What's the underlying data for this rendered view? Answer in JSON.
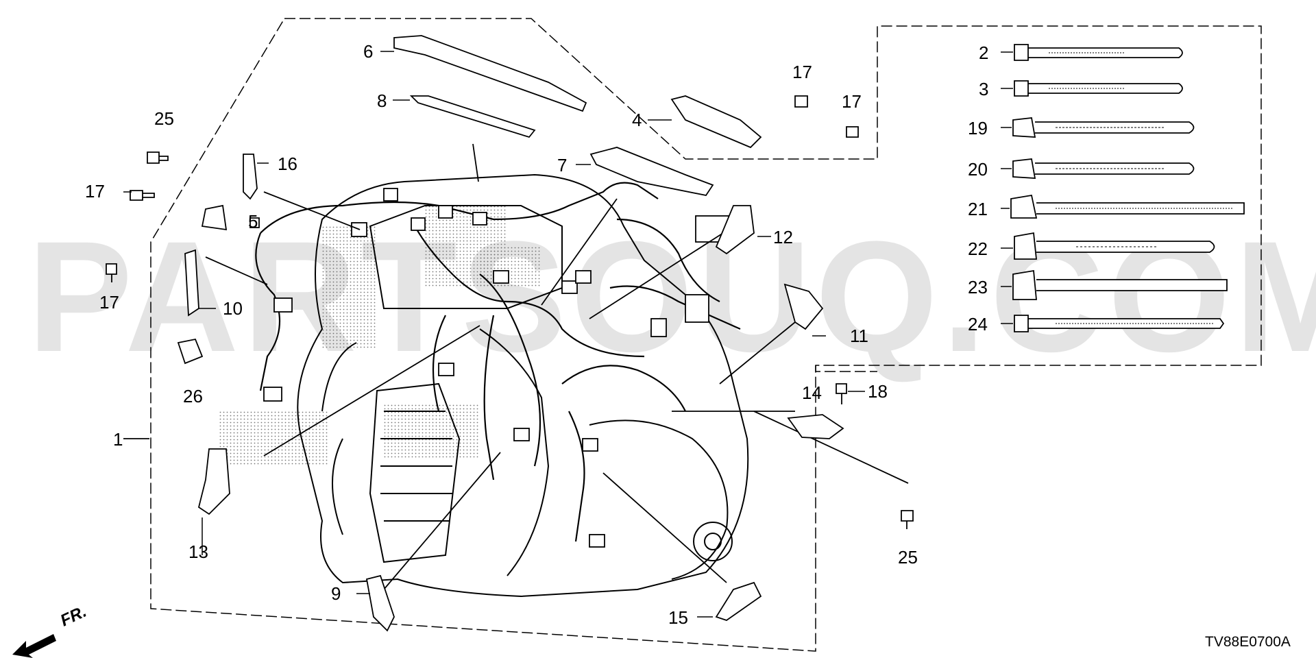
{
  "watermark": "PARTSOUQ.COM",
  "diagram_code": "TV88E0700A",
  "front_indicator": "FR.",
  "callouts": {
    "c1": "1",
    "c2": "2",
    "c3": "3",
    "c4": "4",
    "c5": "5",
    "c6": "6",
    "c7": "7",
    "c8": "8",
    "c9": "9",
    "c10": "10",
    "c11": "11",
    "c12": "12",
    "c13": "13",
    "c14": "14",
    "c15": "15",
    "c16": "16",
    "c17a": "17",
    "c17b": "17",
    "c17c": "17",
    "c17d": "17",
    "c18": "18",
    "c19": "19",
    "c20": "20",
    "c21": "21",
    "c22": "22",
    "c23": "23",
    "c24": "24",
    "c25a": "25",
    "c25b": "25",
    "c26": "26"
  }
}
